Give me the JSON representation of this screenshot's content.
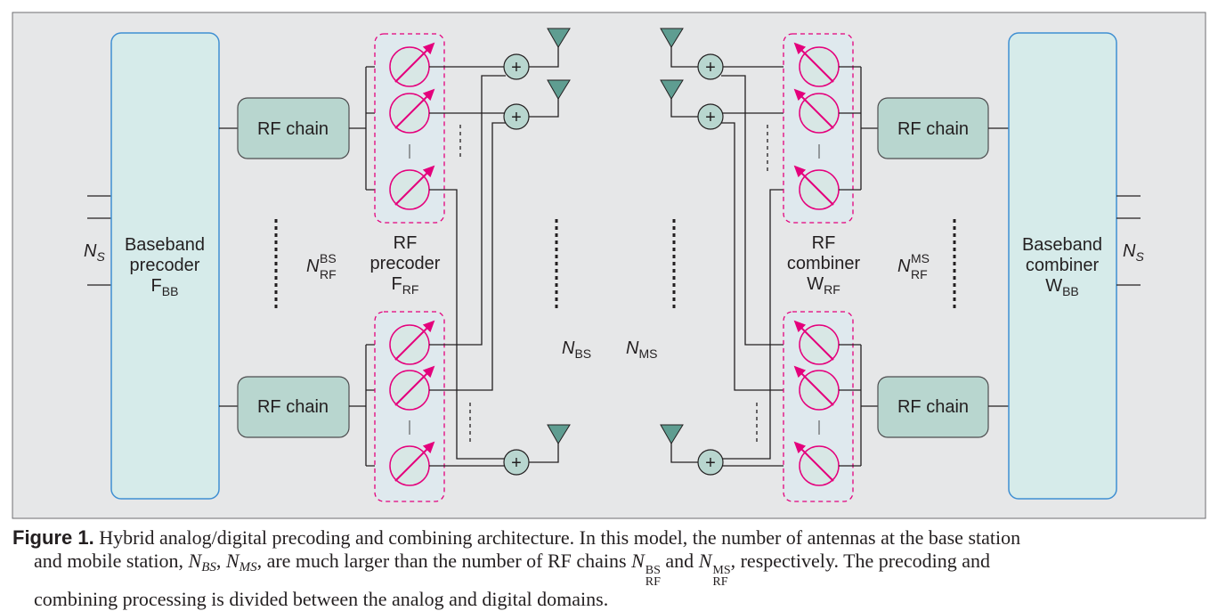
{
  "colors": {
    "panel_bg": "#e6e7e8",
    "panel_border": "#6d6e71",
    "baseband_fill": "#d6ebea",
    "baseband_border": "#3f8fd2",
    "rf_chain_fill": "#b8d6cf",
    "phase_group_fill": "#dfe9ee",
    "phase_accent": "#e4007c",
    "antenna_fill": "#5f9d91",
    "wire": "#231f20"
  },
  "diagram": {
    "bs_side": {
      "baseband_precoder": {
        "line1": "Baseband",
        "line2": "precoder",
        "symbol": "F",
        "symbol_sub": "BB"
      },
      "ns_label": {
        "symbol": "N",
        "sub": "S"
      },
      "rf_chain_top": "RF chain",
      "rf_chain_bottom": "RF chain",
      "n_rf": {
        "symbol": "N",
        "sup": "BS",
        "sub": "RF"
      },
      "rf_precoder": {
        "line1": "RF",
        "line2": "precoder",
        "symbol": "F",
        "symbol_sub": "RF"
      },
      "n_antennas": {
        "symbol": "N",
        "sub": "BS"
      },
      "adder_symbol": "+",
      "icons": [
        "phase-shifter-icon",
        "adder-icon",
        "antenna-icon"
      ]
    },
    "ms_side": {
      "baseband_combiner": {
        "line1": "Baseband",
        "line2": "combiner",
        "symbol": "W",
        "symbol_sub": "BB"
      },
      "ns_label": {
        "symbol": "N",
        "sub": "S"
      },
      "rf_chain_top": "RF chain",
      "rf_chain_bottom": "RF chain",
      "n_rf": {
        "symbol": "N",
        "sup": "MS",
        "sub": "RF"
      },
      "rf_combiner": {
        "line1": "RF",
        "line2": "combiner",
        "symbol": "W",
        "symbol_sub": "RF"
      },
      "n_antennas": {
        "symbol": "N",
        "sub": "MS"
      },
      "adder_symbol": "+",
      "icons": [
        "phase-shifter-icon",
        "adder-icon",
        "antenna-icon"
      ]
    }
  },
  "caption": {
    "label": "Figure 1.",
    "line1": " Hybrid analog/digital precoding and combining architecture. In this model, the number of antennas at the base station",
    "line2_a": "and mobile station, ",
    "n_bs": {
      "symbol": "N",
      "sub": "BS"
    },
    "line2_b": ", ",
    "n_ms": {
      "symbol": "N",
      "sub": "MS"
    },
    "line2_c": ", are much larger than the number of RF chains ",
    "n_rf_bs": {
      "symbol": "N",
      "sup": "BS",
      "sub": "RF"
    },
    "line2_d": " and ",
    "n_rf_ms": {
      "symbol": "N",
      "sup": "MS",
      "sub": "RF"
    },
    "line2_e": ", respectively. The precoding and",
    "line3": "combining processing is divided between the analog and digital domains."
  }
}
